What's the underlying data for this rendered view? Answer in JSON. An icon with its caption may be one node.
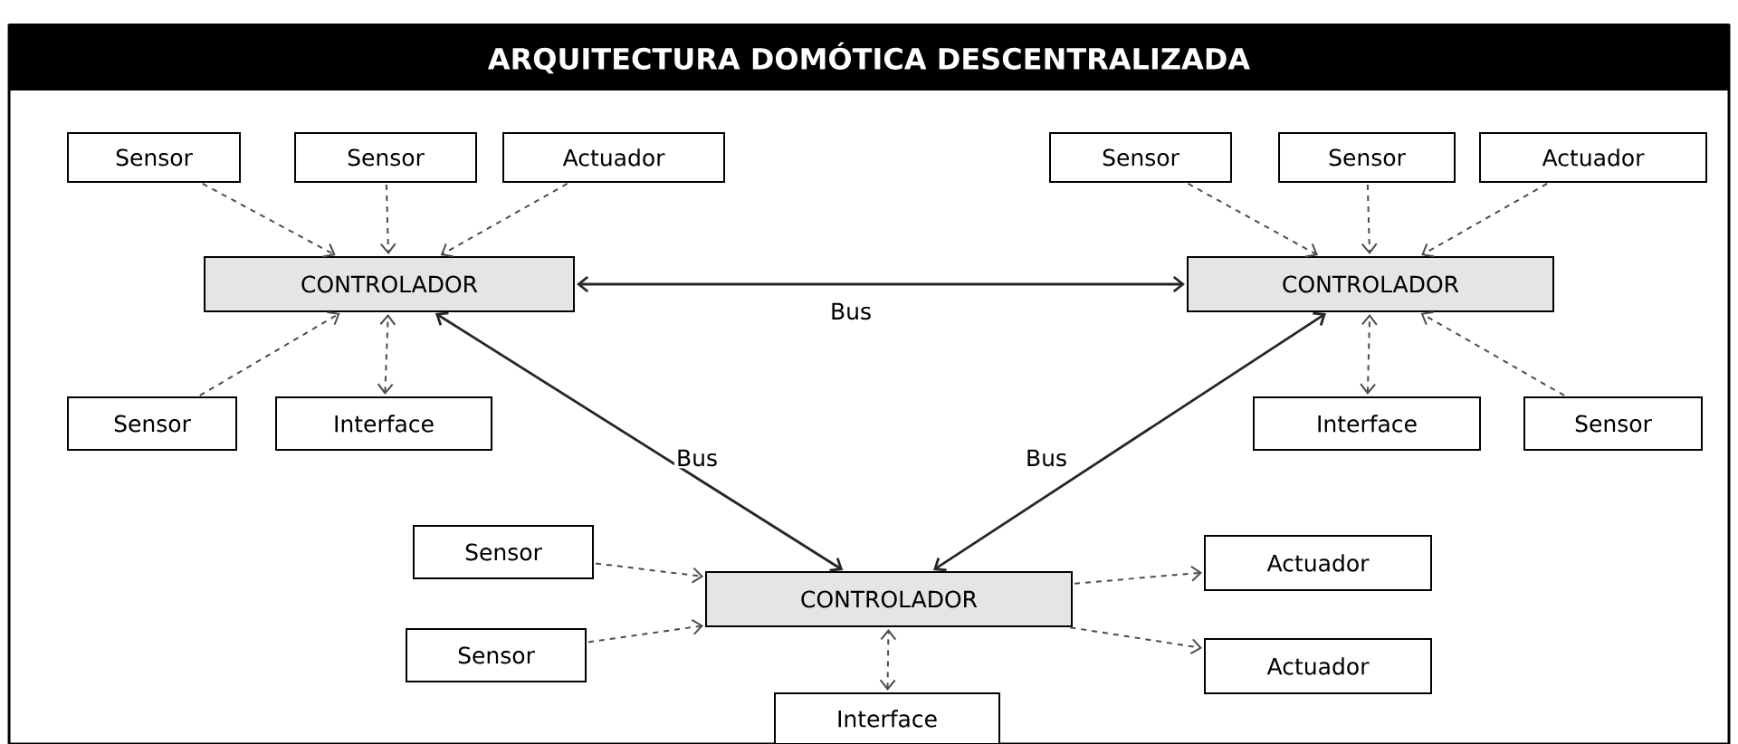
{
  "diagram": {
    "title": "ARQUITECTURA DOMÓTICA DESCENTRALIZADA",
    "nodes": [
      {
        "text": [
          "CONTROLADOR"
        ]
      },
      {
        "text": [
          "Sensor"
        ]
      },
      {
        "text": [
          "Sensor"
        ]
      },
      {
        "text": [
          "Actuador"
        ]
      },
      {
        "text": [
          "Sensor"
        ]
      },
      {
        "text": [
          "Interface"
        ]
      },
      {
        "text": [
          "CONTROLADOR"
        ]
      },
      {
        "text": [
          "Sensor"
        ]
      },
      {
        "text": [
          "Sensor"
        ]
      },
      {
        "text": [
          "Actuador"
        ]
      },
      {
        "text": [
          "Interface"
        ]
      },
      {
        "text": [
          "Sensor"
        ]
      },
      {
        "text": [
          "CONTROLADOR"
        ]
      },
      {
        "text": [
          "Sensor"
        ]
      },
      {
        "text": [
          "Sensor"
        ]
      },
      {
        "text": [
          "Actuador"
        ]
      },
      {
        "text": [
          "Actuador"
        ]
      },
      {
        "text": [
          "Interface"
        ]
      }
    ],
    "edges": [
      {
        "from": 1,
        "to": 0,
        "arrow": "to",
        "style": "dashed"
      },
      {
        "from": 2,
        "to": 0,
        "arrow": "to",
        "style": "dashed"
      },
      {
        "from": 3,
        "to": 0,
        "arrow": "to",
        "style": "dashed"
      },
      {
        "from": 4,
        "to": 0,
        "arrow": "to",
        "style": "dashed"
      },
      {
        "from": 5,
        "to": 0,
        "arrow": "both",
        "style": "dashed"
      },
      {
        "from": 0,
        "to": 6,
        "arrow": "both",
        "label": "Bus"
      },
      {
        "from": 7,
        "to": 6,
        "arrow": "to",
        "style": "dashed"
      },
      {
        "from": 8,
        "to": 6,
        "arrow": "to",
        "style": "dashed"
      },
      {
        "from": 9,
        "to": 6,
        "arrow": "to",
        "style": "dashed"
      },
      {
        "from": 10,
        "to": 6,
        "arrow": "both",
        "style": "dashed"
      },
      {
        "from": 11,
        "to": 6,
        "arrow": "to",
        "style": "dashed"
      },
      {
        "from": 0,
        "to": 12,
        "arrow": "both",
        "label": "Bus"
      },
      {
        "from": 6,
        "to": 12,
        "arrow": "both",
        "label": "Bus"
      },
      {
        "from": 13,
        "to": 12,
        "arrow": "to",
        "style": "dashed"
      },
      {
        "from": 14,
        "to": 12,
        "arrow": "to",
        "style": "dashed"
      },
      {
        "from": 12,
        "to": 15,
        "arrow": "to",
        "style": "dashed"
      },
      {
        "from": 12,
        "to": 16,
        "arrow": "to",
        "style": "dashed"
      },
      {
        "from": 17,
        "to": 12,
        "arrow": "both",
        "style": "dashed"
      }
    ]
  }
}
